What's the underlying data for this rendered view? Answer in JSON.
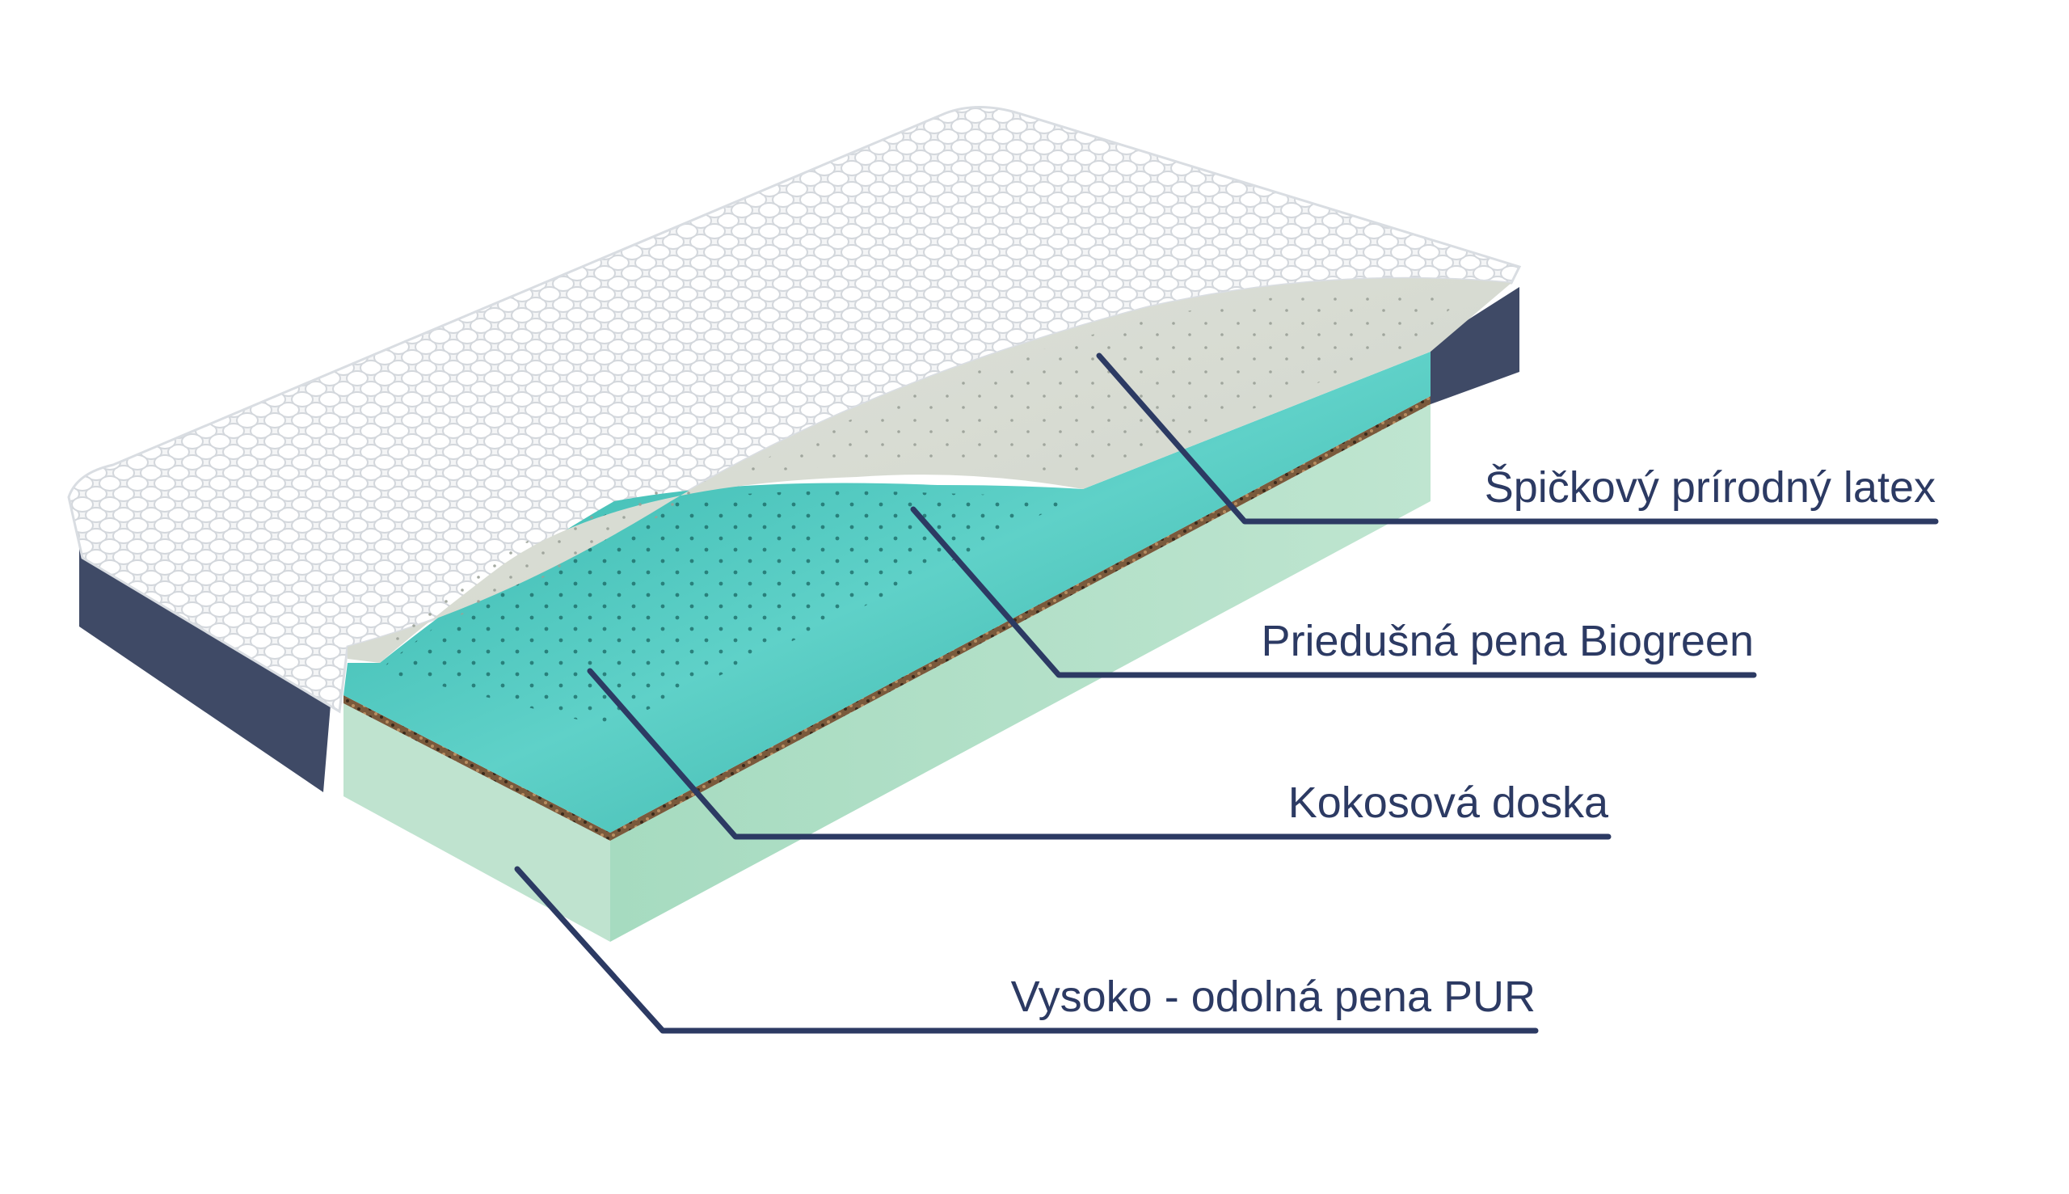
{
  "diagram": {
    "subject": "mattress-layers-cutaway",
    "label_color": "#2c3a63",
    "callouts": [
      {
        "id": "latex",
        "label": "Špičkový prírodný latex"
      },
      {
        "id": "biogreen",
        "label": "Priedušná pena Biogreen"
      },
      {
        "id": "coconut",
        "label": "Kokosová doska"
      },
      {
        "id": "pur",
        "label": "Vysoko - odolná pena PUR"
      }
    ],
    "colors": {
      "cover": "#f4f5f6",
      "side_fabric": "#3f4a66",
      "latex": "#d9ddd3",
      "biogreen": "#3ec1b8",
      "coconut": "#7a5a3c",
      "pur": "#a9dcc2",
      "line": "#2c3a63"
    }
  }
}
